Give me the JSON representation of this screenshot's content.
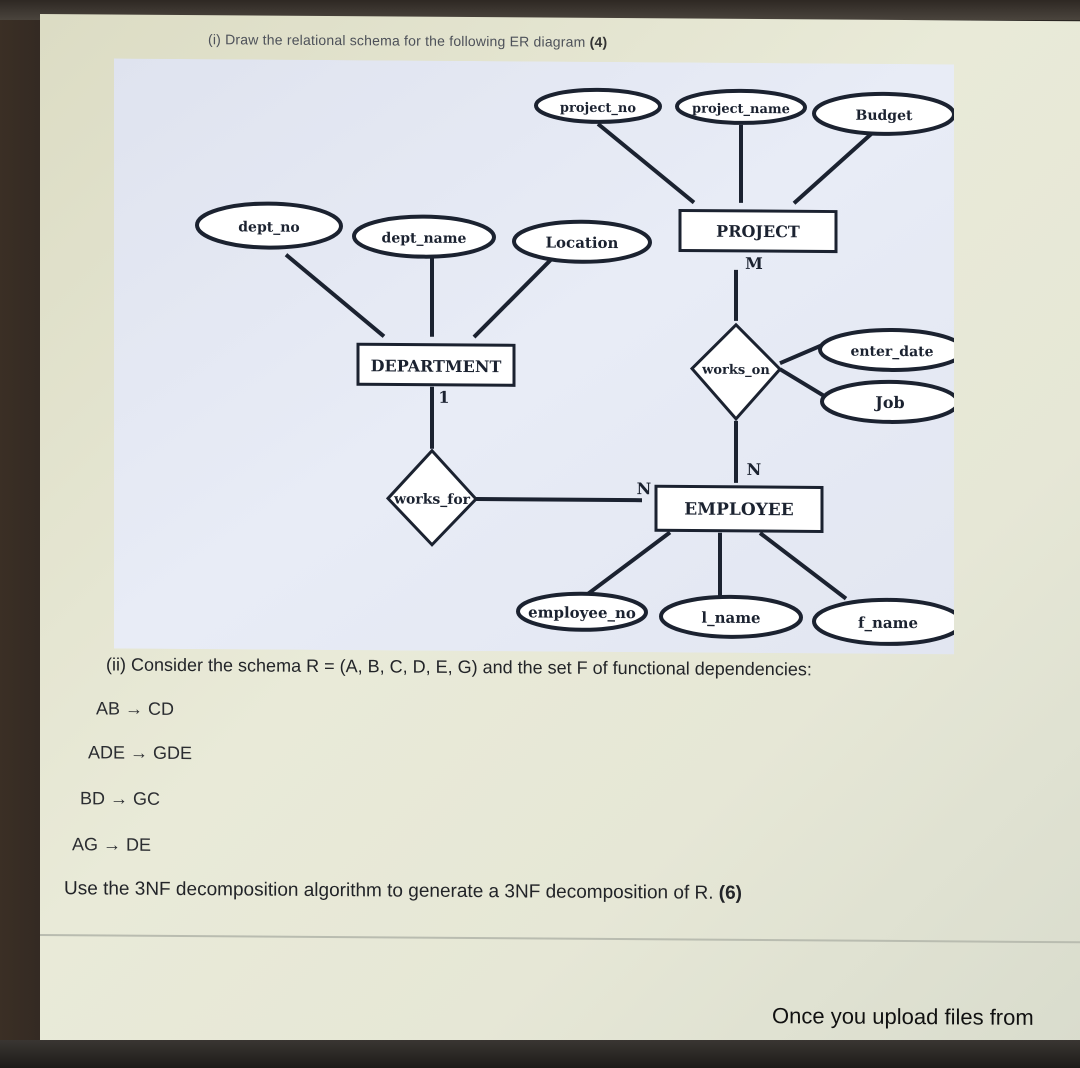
{
  "question1": {
    "label": "(i) Draw the relational schema for the following ER diagram",
    "marks": "(4)"
  },
  "er_diagram": {
    "entities": {
      "project": "PROJECT",
      "department": "DEPARTMENT",
      "employee": "EMPLOYEE"
    },
    "relationships": {
      "works_on": "works_on",
      "works_for": "works_for"
    },
    "attributes": {
      "project_no": "project_no",
      "project_name": "project_name",
      "budget": "Budget",
      "dept_no": "dept_no",
      "dept_name": "dept_name",
      "location": "Location",
      "enter_date": "enter_date",
      "job": "Job",
      "employee_no": "employee_no",
      "l_name": "l_name",
      "f_name": "f_name"
    },
    "cardinalities": {
      "project_works_on": "M",
      "employee_works_on": "N",
      "department_works_for": "1",
      "employee_works_for": "N"
    }
  },
  "question2": {
    "intro": "(ii) Consider the schema R = (A, B, C, D, E, G) and the set F of functional dependencies:",
    "dependencies": [
      "AB → CD",
      "ADE → GDE",
      "BD → GC",
      "AG → DE"
    ],
    "instruction": "Use the 3NF decomposition algorithm to generate a 3NF decomposition of R.",
    "marks": "(6)"
  },
  "footer": {
    "upload_note": "Once you upload files from"
  },
  "colors": {
    "diagram_background": "#e3e8f4",
    "ink": "#1b2230",
    "screen": "#e6e7d6"
  }
}
